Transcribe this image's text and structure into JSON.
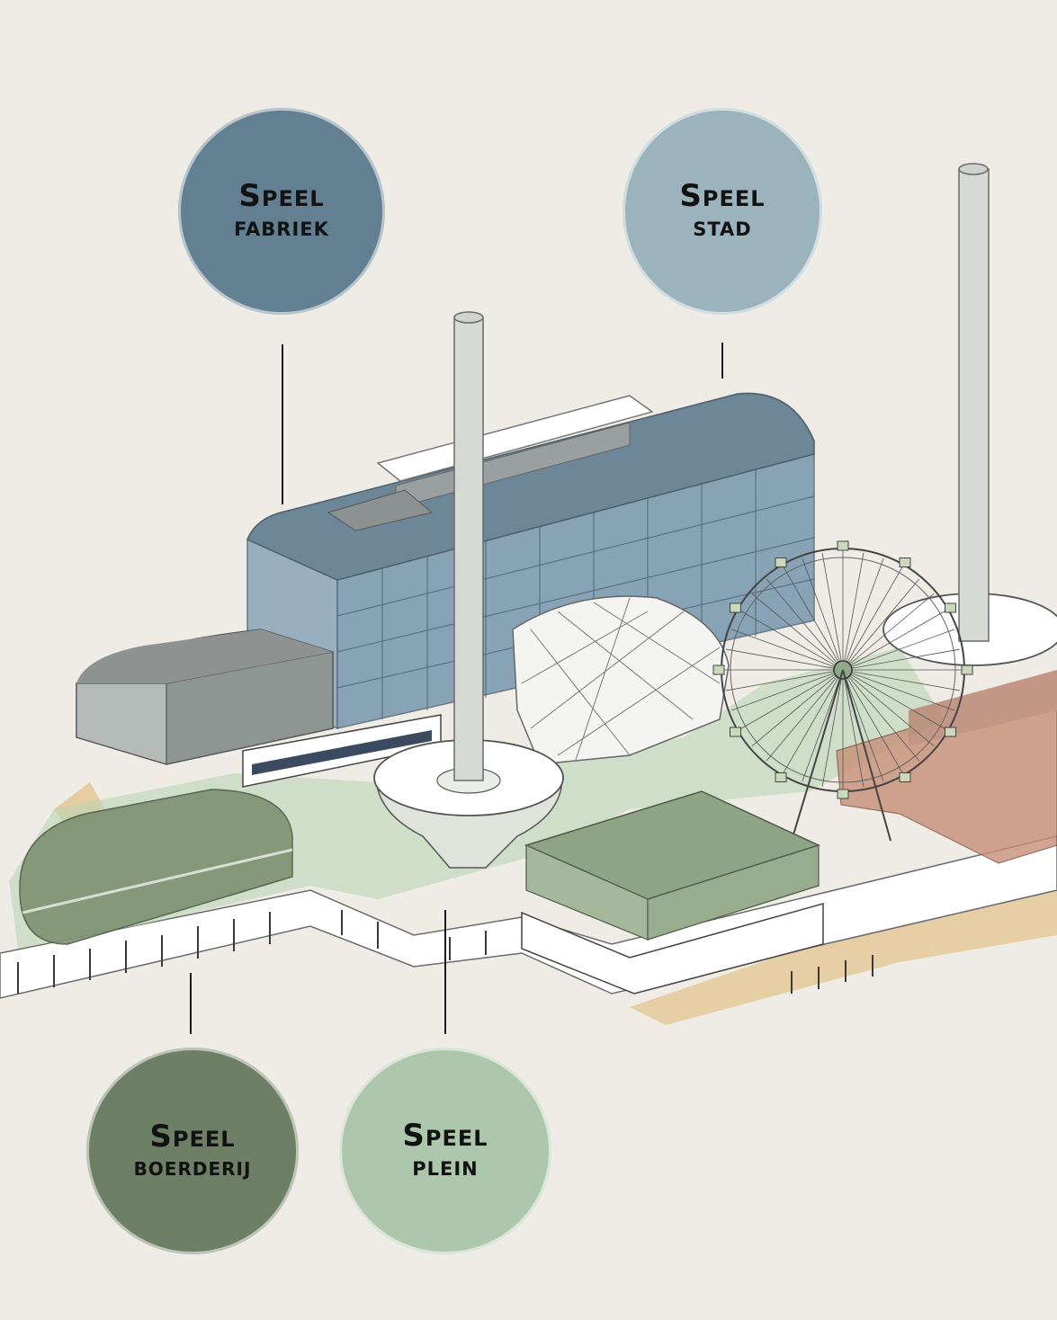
{
  "zones": {
    "fabriek": {
      "line1": "Speel",
      "line2": "fabriek",
      "color": "#637f92"
    },
    "stad": {
      "line1": "Speel",
      "line2": "stad",
      "color": "#9ab3bd"
    },
    "boerderij": {
      "line1": "Speel",
      "line2": "boerderij",
      "color": "#6d7f64"
    },
    "plein": {
      "line1": "Speel",
      "line2": "plein",
      "color": "#adc7ac"
    }
  },
  "palette": {
    "background": "#efece5",
    "glass_blue": "#7f9cb2",
    "green_zone": "#b9d6b5",
    "terracotta": "#c68f78",
    "sand": "#e3c48f"
  }
}
